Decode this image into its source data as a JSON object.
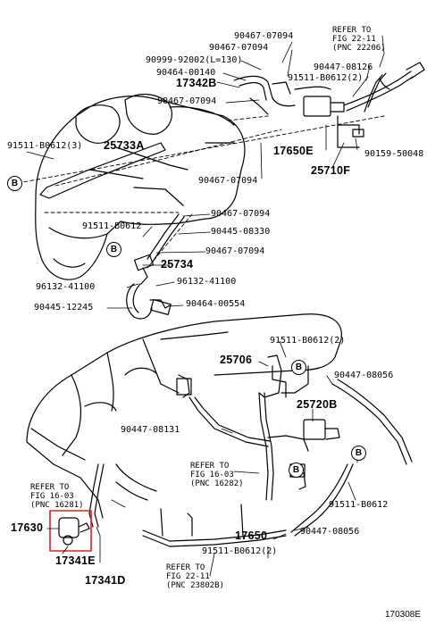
{
  "diagram": {
    "id": "170308E",
    "labels": {
      "p9046707094_a": "90467-07094",
      "p9046707094_b": "90467-07094",
      "p9099992002": "90999-92002(L=130)",
      "p9046400140": "90464-00140",
      "p17342B": "17342B",
      "p9046707094_c": "90467-07094",
      "p9151106123": "91511-B0612(3)",
      "p25733A": "25733A",
      "p9044708126": "90447-08126",
      "p9151106122_top": "91511-B0612(2)",
      "p17650E": "17650E",
      "p9015950048": "90159-50048",
      "p25710F": "25710F",
      "p9046707094_d": "90467-07094",
      "p9046707094_e": "90467-07094",
      "p91511B0612_mid": "91511-B0612",
      "p9044508330": "90445-08330",
      "p9046707094_f": "90467-07094",
      "p25734": "25734",
      "p9613241100_a": "96132-41100",
      "p9613241100_b": "96132-41100",
      "p9044512245": "90445-12245",
      "p9046400554": "90464-00554",
      "p9151106122_mid": "91511-B0612(2)",
      "p25706": "25706",
      "p9044708056_a": "90447-08056",
      "p25720B": "25720B",
      "p9044708131": "90447-08131",
      "p17630": "17630",
      "p17341E": "17341E",
      "p17341D": "17341D",
      "p17650": "17650",
      "p91511B0612_right": "91511-B0612",
      "p9044708056_b": "90447-08056",
      "p9151106122_bot": "91511-B0612(2)"
    },
    "refs": {
      "ref_top": "REFER TO\nFIG 22-11\n(PNC 22206)",
      "ref_1603_a": "REFER TO\nFIG 16-03\n(PNC 16281)",
      "ref_1603_b": "REFER TO\nFIG 16-03\n(PNC 16282)",
      "ref_2211_b": "REFER TO\nFIG 22-11\n(PNC 23802B)"
    },
    "markers": {
      "b": "B"
    },
    "highlight_color": "#e02020"
  }
}
